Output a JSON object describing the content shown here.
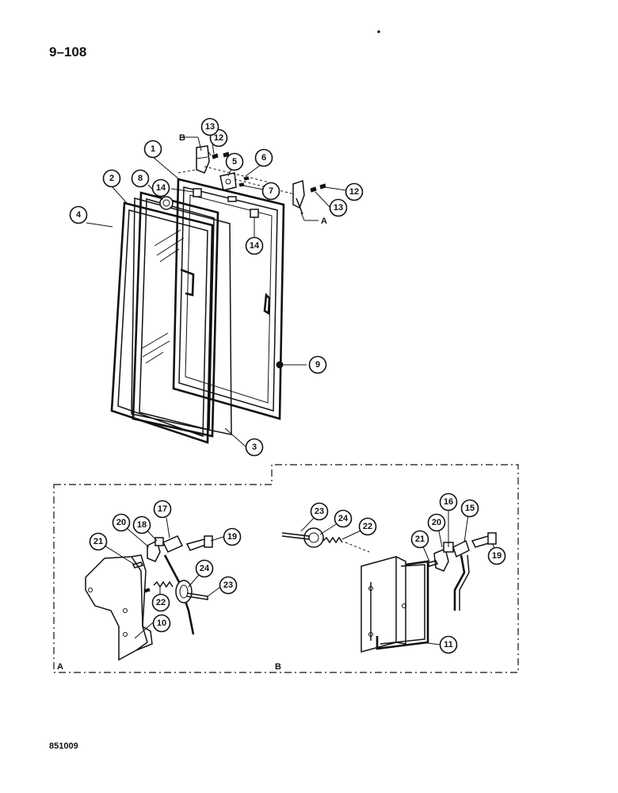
{
  "page": {
    "page_number": "9–108",
    "figure_code": "851009"
  },
  "detail_labels": {
    "a": "A",
    "b": "B"
  },
  "callouts": {
    "c1": "1",
    "c2": "2",
    "c3": "3",
    "c4": "4",
    "c5": "5",
    "c6": "6",
    "c7": "7",
    "c8": "8",
    "c9": "9",
    "c10": "10",
    "c11": "11",
    "c12a": "12",
    "c12b": "12",
    "c13a": "13",
    "c13b": "13",
    "c14a": "14",
    "c14b": "14",
    "c15": "15",
    "c16": "16",
    "c17": "17",
    "c18": "18",
    "c19a": "19",
    "c19b": "19",
    "c20a": "20",
    "c20b": "20",
    "c21a": "21",
    "c21b": "21",
    "c22a": "22",
    "c22b": "22",
    "c23a": "23",
    "c23b": "23",
    "c24a": "24",
    "c24b": "24"
  }
}
